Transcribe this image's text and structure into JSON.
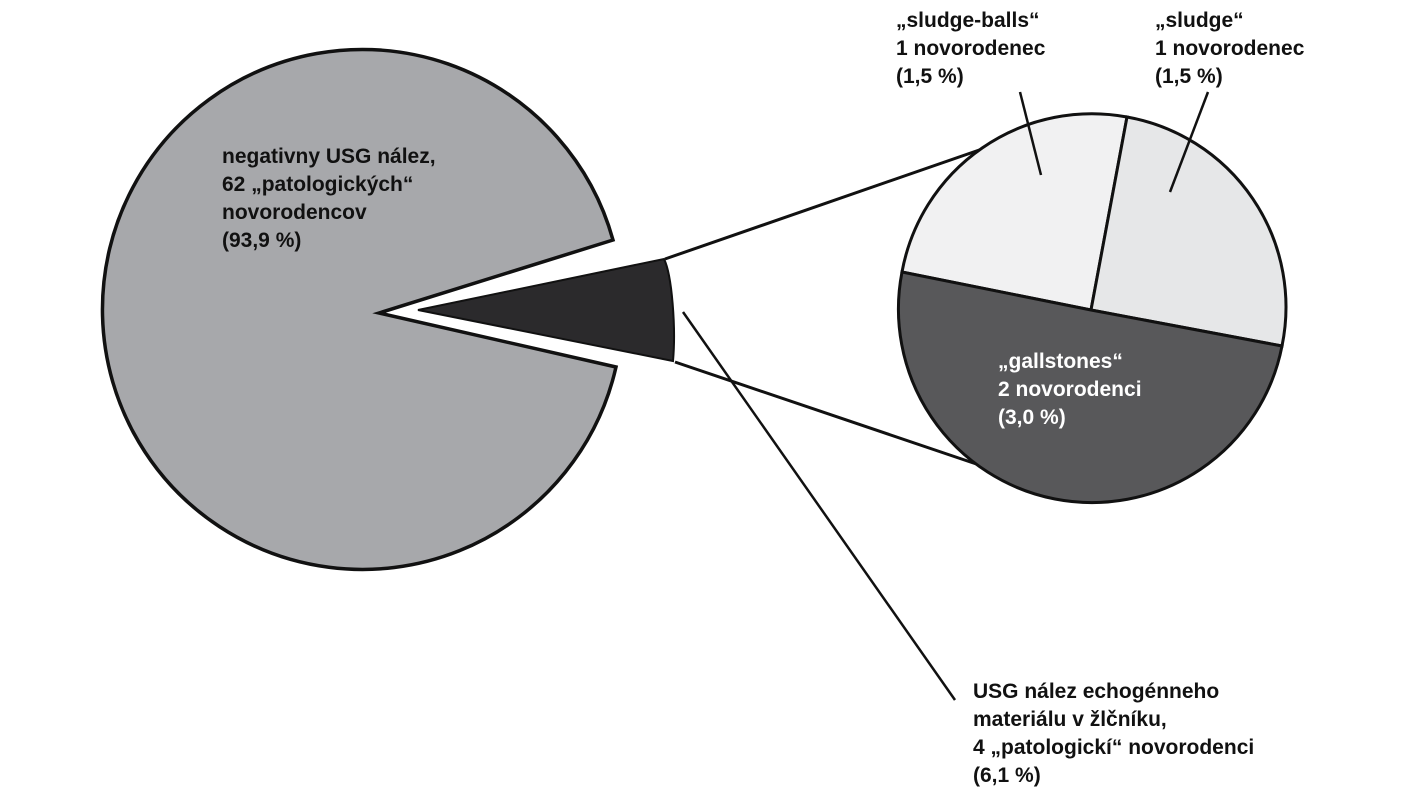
{
  "chart_data": {
    "type": "pie",
    "main_pie": {
      "slices": [
        {
          "count": 62,
          "percent": 93.9,
          "color": "#a7a8ab",
          "label_lines": [
            "negativny USG nález,",
            "62 „patologických“",
            "novorodencov",
            "(93,9 %)"
          ]
        },
        {
          "count": 4,
          "percent": 6.1,
          "color": "#2b2a2c",
          "label_lines": [
            "USG nález echogénneho",
            "materiálu v žlčníku,",
            "4 „patologickí“ novorodenci",
            "(6,1 %)"
          ]
        }
      ]
    },
    "detail_pie": {
      "slices": [
        {
          "count": 1,
          "percent": 1.5,
          "color": "#f1f1f2",
          "label_lines": [
            "„sludge-balls“",
            "1 novorodenec",
            "(1,5 %)"
          ]
        },
        {
          "count": 1,
          "percent": 1.5,
          "color": "#e6e7e8",
          "label_lines": [
            "„sludge“",
            "1 novorodenec",
            "(1,5 %)"
          ]
        },
        {
          "count": 2,
          "percent": 3.0,
          "color": "#58585a",
          "label_lines": [
            "„gallstones“",
            "2 novorodenci",
            "(3,0 %)"
          ]
        }
      ]
    },
    "colors": {
      "outline": "#111111",
      "dark_text": "#111111",
      "light_text": "#ffffff"
    }
  }
}
